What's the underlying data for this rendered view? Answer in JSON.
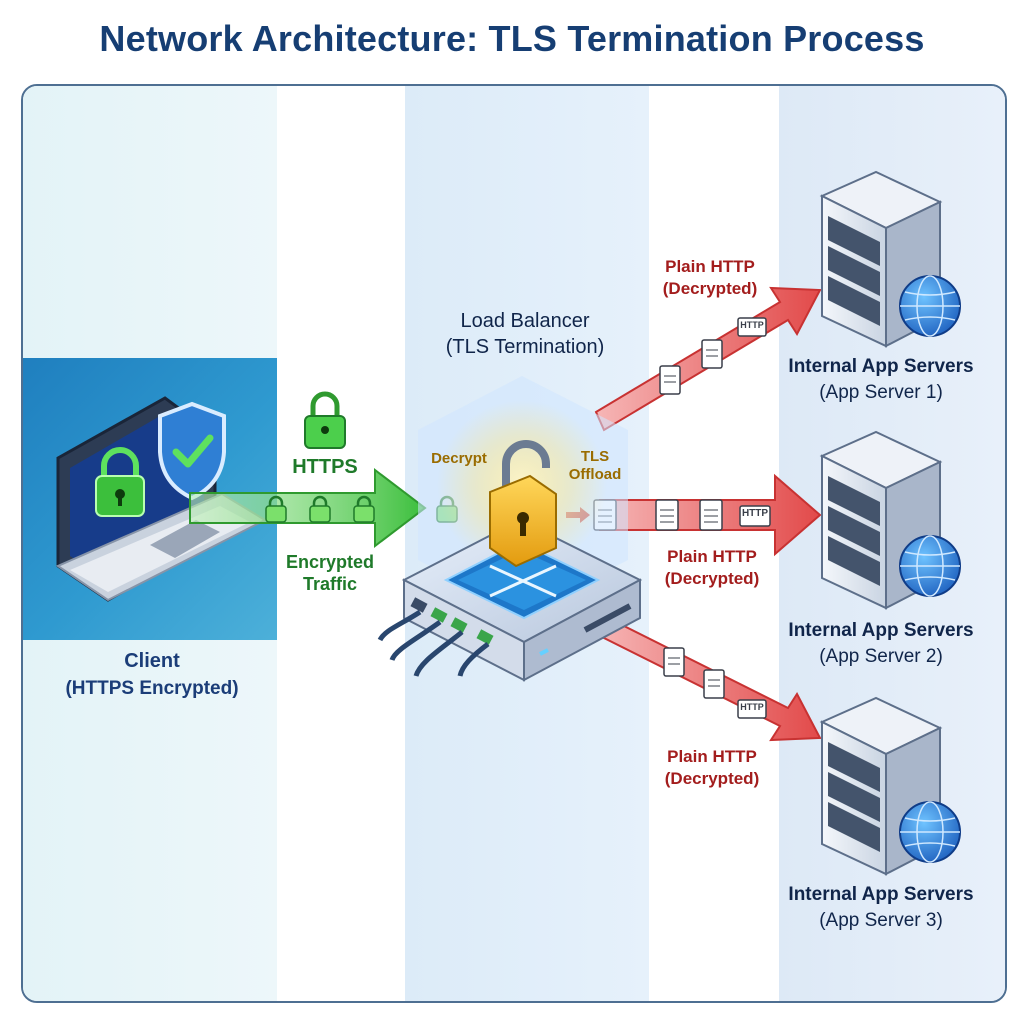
{
  "title": "Network Architecture: TLS Termination Process",
  "client": {
    "label": "Client",
    "sublabel": "(HTTPS Encrypted)",
    "icons": [
      "laptop-icon",
      "padlock-icon",
      "shield-check-icon"
    ]
  },
  "https_link": {
    "label": "HTTPS",
    "sublabel_line1": "Encrypted",
    "sublabel_line2": "Traffic",
    "icons": [
      "padlock-icon"
    ]
  },
  "load_balancer": {
    "label": "Load Balancer",
    "sublabel": "(TLS Termination)",
    "decrypt_label": "Decrypt",
    "offload_line1": "TLS",
    "offload_line2": "Offload",
    "icons": [
      "open-padlock-icon",
      "load-balancer-device-icon"
    ]
  },
  "links": [
    {
      "label_line1": "Plain HTTP",
      "label_line2": "(Decrypted)",
      "packet_label": "HTTP"
    },
    {
      "label_line1": "Plain HTTP",
      "label_line2": "(Decrypted)",
      "packet_label": "HTTP"
    },
    {
      "label_line1": "Plain HTTP",
      "label_line2": "(Decrypted)",
      "packet_label": "HTTP"
    }
  ],
  "servers": [
    {
      "label": "Internal App Servers",
      "sublabel": "(App Server 1)"
    },
    {
      "label": "Internal App Servers",
      "sublabel": "(App Server 2)"
    },
    {
      "label": "Internal App Servers",
      "sublabel": "(App Server 3)"
    }
  ],
  "colors": {
    "title": "#163e73",
    "encrypted_green": "#3cbf3c",
    "decrypted_red": "#e24a4a",
    "frame_border": "#4e6f92",
    "lock_gold": "#f2b824",
    "globe_blue": "#2a7fd4"
  }
}
